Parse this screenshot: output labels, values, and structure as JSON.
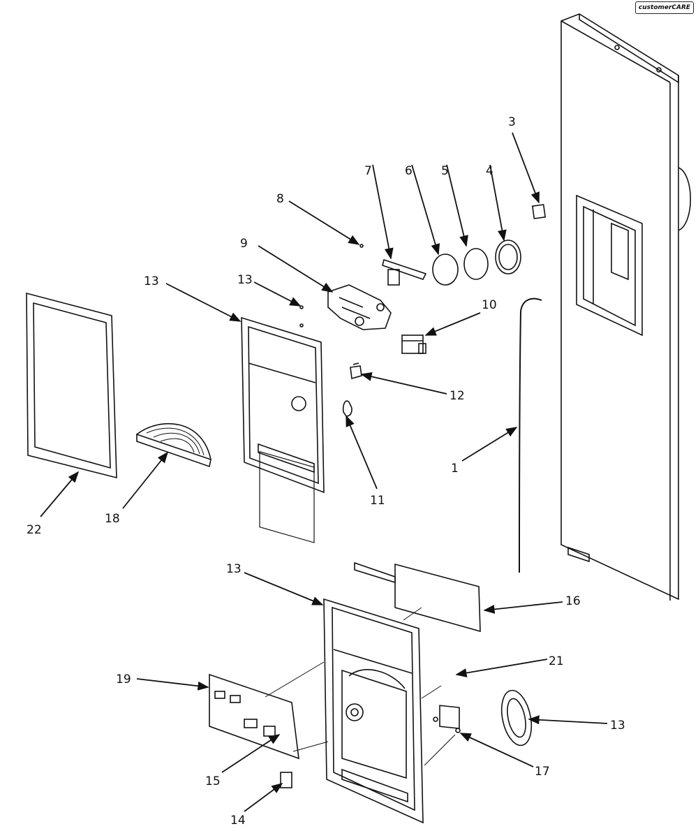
{
  "logo": {
    "text": "customerCARE"
  },
  "callouts": [
    {
      "id": "c1",
      "text": "1"
    },
    {
      "id": "c3",
      "text": "3"
    },
    {
      "id": "c4",
      "text": "4"
    },
    {
      "id": "c5",
      "text": "5"
    },
    {
      "id": "c6",
      "text": "6"
    },
    {
      "id": "c7",
      "text": "7"
    },
    {
      "id": "c8",
      "text": "8"
    },
    {
      "id": "c9",
      "text": "9"
    },
    {
      "id": "c10",
      "text": "10"
    },
    {
      "id": "c11",
      "text": "11"
    },
    {
      "id": "c12",
      "text": "12"
    },
    {
      "id": "c13a",
      "text": "13"
    },
    {
      "id": "c13b",
      "text": "13"
    },
    {
      "id": "c13c",
      "text": "13"
    },
    {
      "id": "c13d",
      "text": "13"
    },
    {
      "id": "c14",
      "text": "14"
    },
    {
      "id": "c15",
      "text": "15"
    },
    {
      "id": "c16",
      "text": "16"
    },
    {
      "id": "c17",
      "text": "17"
    },
    {
      "id": "c18",
      "text": "18"
    },
    {
      "id": "c19",
      "text": "19"
    },
    {
      "id": "c21",
      "text": "21"
    },
    {
      "id": "c22",
      "text": "22"
    }
  ]
}
